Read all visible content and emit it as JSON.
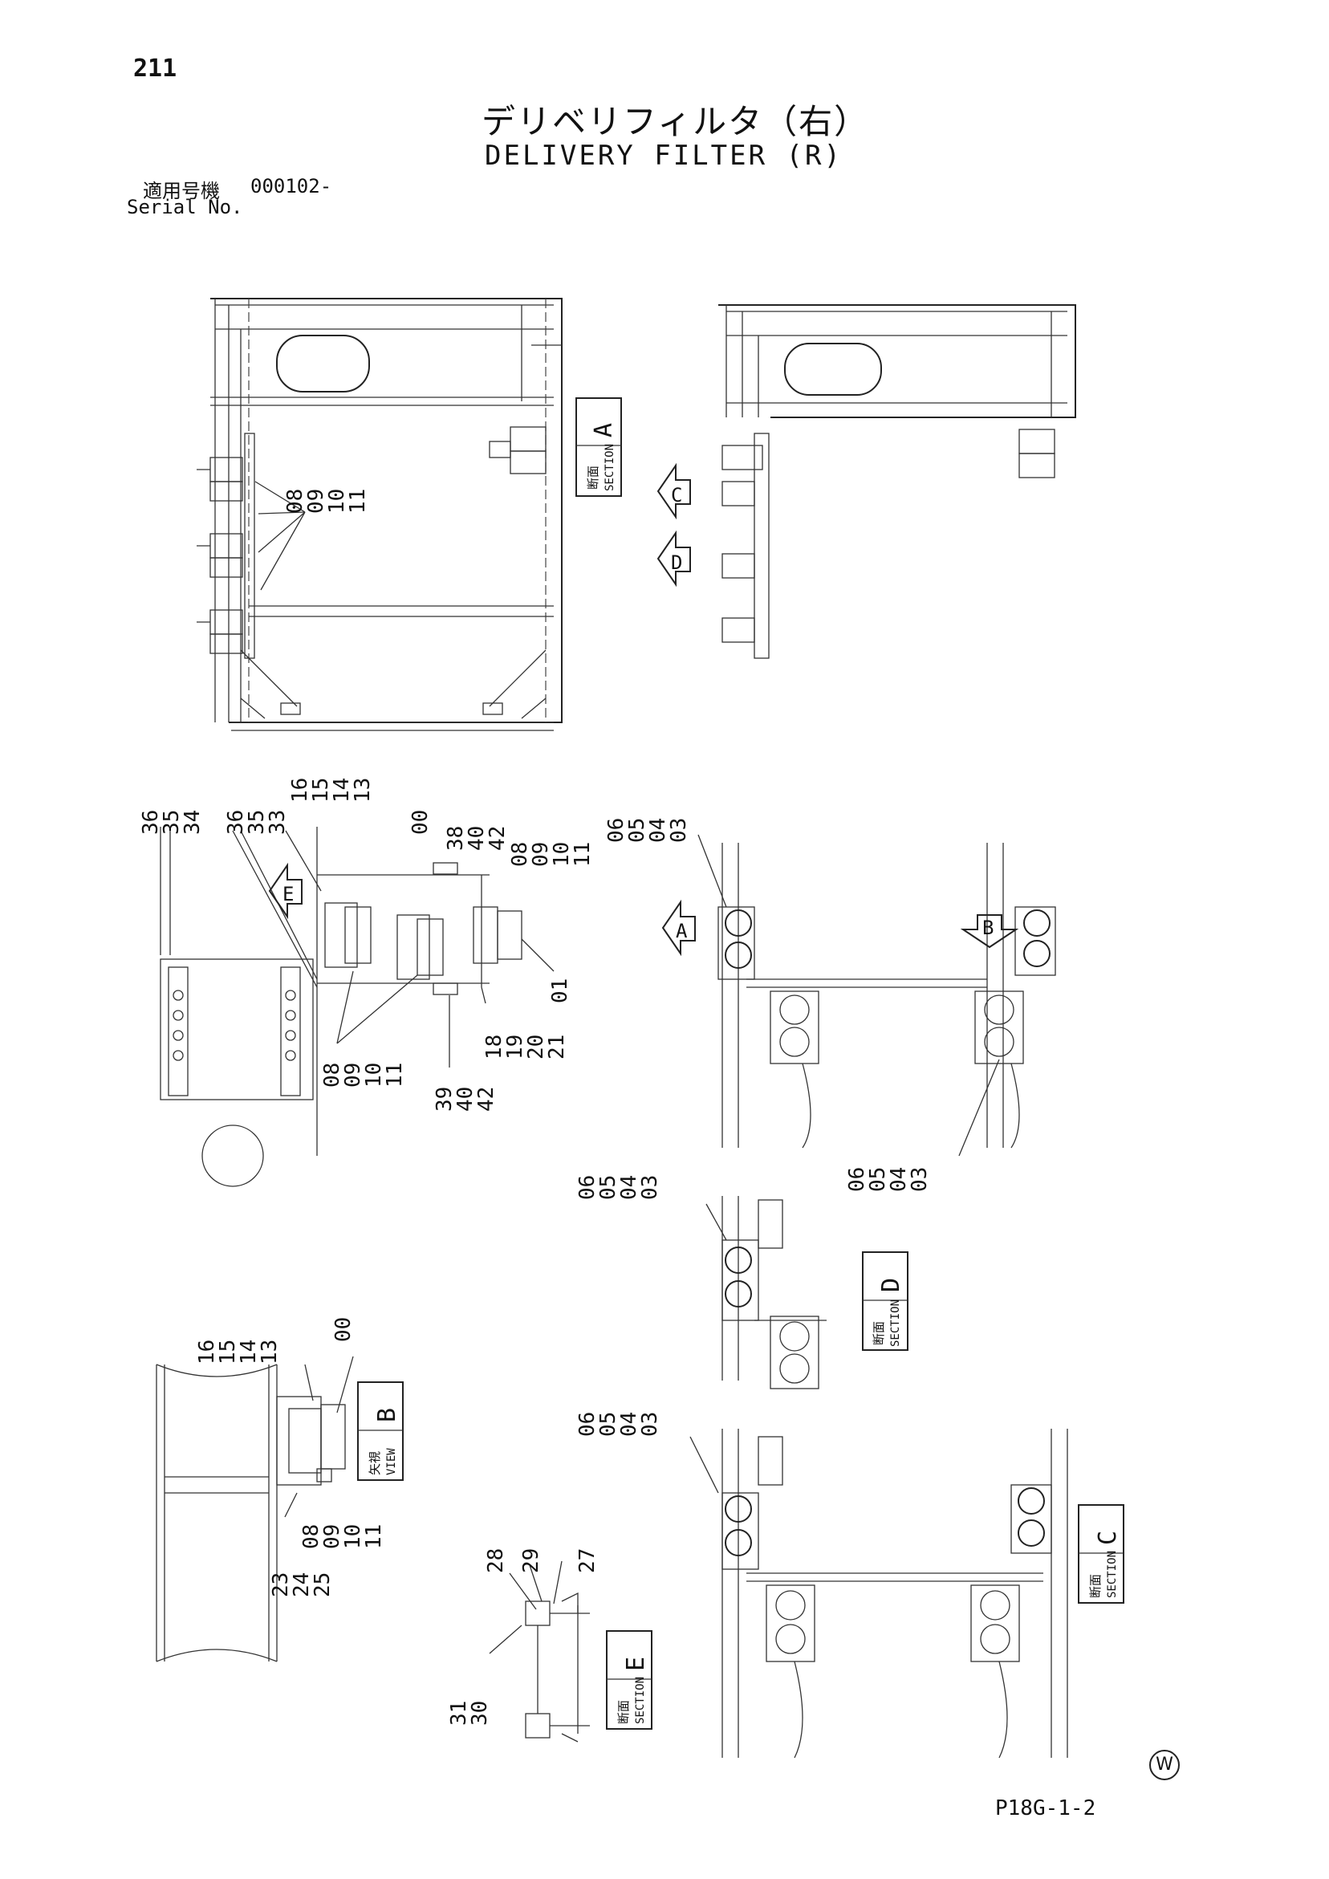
{
  "header": {
    "page_number": "211",
    "title_jp": "デリベリフィルタ（右）",
    "title_en": "DELIVERY FILTER (R)",
    "serial_label_jp": "適用号機",
    "serial_value": "000102-",
    "serial_label_en": "Serial No."
  },
  "views": {
    "section_a": {
      "jp": "断面",
      "en": "SECTION",
      "letter": "A"
    },
    "section_b": {
      "jp": "矢視",
      "en": "VIEW",
      "letter": "B"
    },
    "section_c": {
      "jp": "断面",
      "en": "SECTION",
      "letter": "C"
    },
    "section_d": {
      "jp": "断面",
      "en": "SECTION",
      "letter": "D"
    },
    "section_e": {
      "jp": "断面",
      "en": "SECTION",
      "letter": "E"
    },
    "arrows": [
      "C",
      "D",
      "E",
      "A",
      "B"
    ]
  },
  "callouts": {
    "g1": [
      "08",
      "09",
      "10",
      "11"
    ],
    "g2": [
      "36",
      "35",
      "34",
      "36",
      "35",
      "33",
      "16",
      "15",
      "14",
      "13",
      "00",
      "38",
      "40",
      "42",
      "08",
      "09",
      "10",
      "11"
    ],
    "g3": [
      "06",
      "05",
      "04",
      "03"
    ],
    "g4": [
      "01"
    ],
    "g5": [
      "08",
      "09",
      "10",
      "11",
      "39",
      "40",
      "42",
      "18",
      "19",
      "20",
      "21"
    ],
    "g6": [
      "06",
      "05",
      "04",
      "03"
    ],
    "g7": [
      "06",
      "05",
      "04",
      "03"
    ],
    "g8": [
      "16",
      "15",
      "14",
      "13",
      "00"
    ],
    "g9": [
      "08",
      "09",
      "10",
      "11",
      "23",
      "24",
      "25"
    ],
    "g10": [
      "06",
      "05",
      "04",
      "03"
    ],
    "g11": [
      "28",
      "29",
      "27",
      "31",
      "30"
    ]
  },
  "footer": {
    "drawing_code": "P18G-1-2",
    "mark": "W"
  }
}
